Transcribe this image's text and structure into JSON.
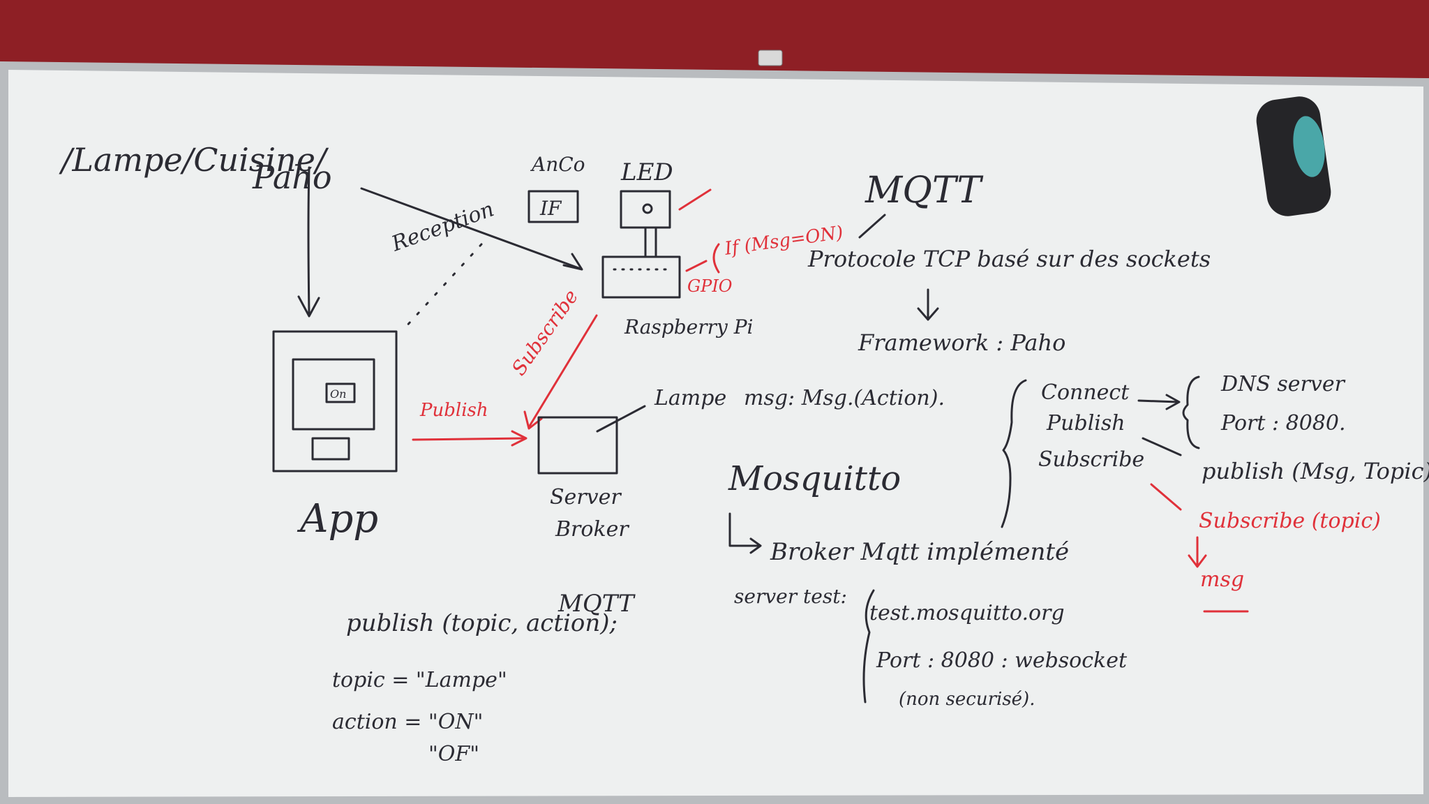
{
  "colors": {
    "wall": "#8e1f25",
    "board": "#eef0f0",
    "ink": "#2b2b33",
    "red_marker": "#e0313a",
    "frame": "#b9bcbf"
  },
  "board": {
    "topic_path": "/Lampe/Cuisine/",
    "paho_label": "Paho",
    "reception_label": "Reception",
    "arduino_label": "AnCo",
    "arduino_glyph": "IF",
    "led_label": "LED",
    "gpio_condition": "If (Msg=ON)",
    "gpio_label": "GPIO",
    "raspberry_label": "Raspberry Pi",
    "subscribe_arrow_label": "Subscribe",
    "publish_arrow_label": "Publish",
    "app_label": "App",
    "app_button_label": "On",
    "server_label_line1": "Server",
    "server_label_line2": "Broker",
    "lampe_label": "Lampe",
    "lampe_msg": "msg: Msg.(Action).",
    "mqtt_title": "MQTT",
    "protocol_line": "Protocole TCP   basé sur des sockets",
    "framework_line": "Framework : Paho",
    "methods": [
      "Connect",
      "Publish",
      "Subscribe"
    ],
    "connect_details": [
      "DNS server",
      "Port : 8080."
    ],
    "publish_call": "publish (Msg, Topic)",
    "subscribe_call": "Subscribe (topic)",
    "msg_label": "msg",
    "mosquitto_label": "Mosquitto",
    "mosquitto_desc": "Broker Mqtt implémenté",
    "server_test_label": "server test:",
    "server_test_host": "test.mosquitto.org",
    "server_test_port": "Port : 8080 : websocket",
    "server_test_note": "(non securisé).",
    "code_mqtt_label": "MQTT",
    "code_line1": "publish (topic, action);",
    "code_line2": "topic = \"Lampe\"",
    "code_line3": "action = \"ON\"",
    "code_line4": "\"OF\""
  }
}
